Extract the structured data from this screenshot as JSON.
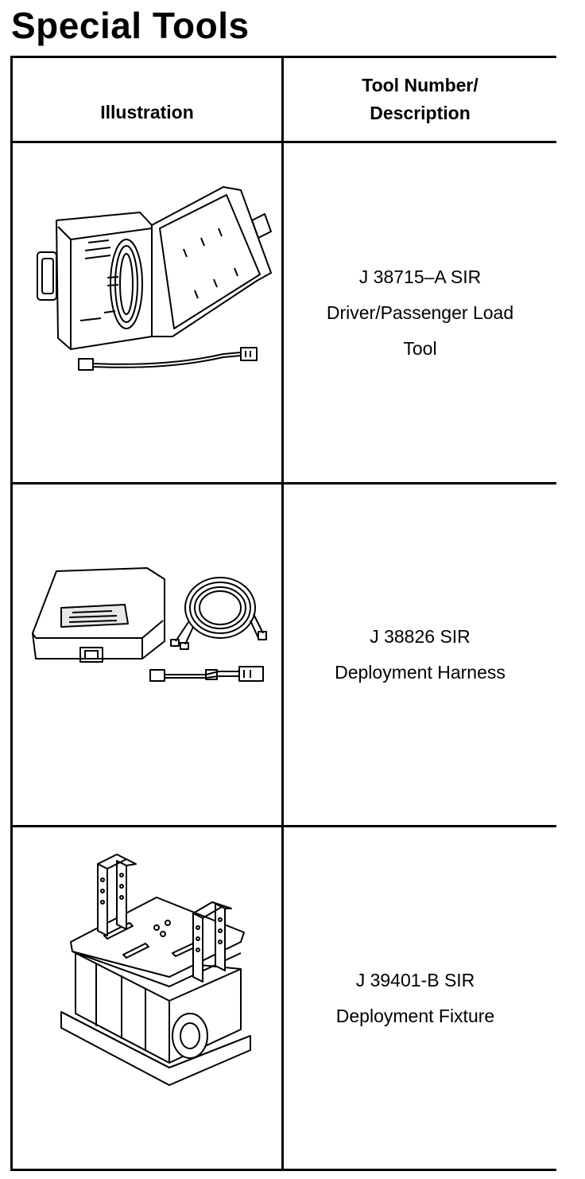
{
  "page": {
    "title": "Special Tools"
  },
  "table": {
    "header": {
      "illustration": "Illustration",
      "tool_number_line1": "Tool Number/",
      "tool_number_line2": "Description"
    },
    "rows": [
      {
        "illustration_icon": "load-tool-case-illustration",
        "desc_lines": [
          "J 38715–A SIR",
          "Driver/Passenger Load",
          "Tool"
        ]
      },
      {
        "illustration_icon": "deployment-harness-illustration",
        "desc_lines": [
          "J 38826 SIR",
          "Deployment Harness"
        ]
      },
      {
        "illustration_icon": "deployment-fixture-illustration",
        "desc_lines": [
          "J 39401-B SIR",
          "Deployment Fixture"
        ]
      }
    ]
  }
}
